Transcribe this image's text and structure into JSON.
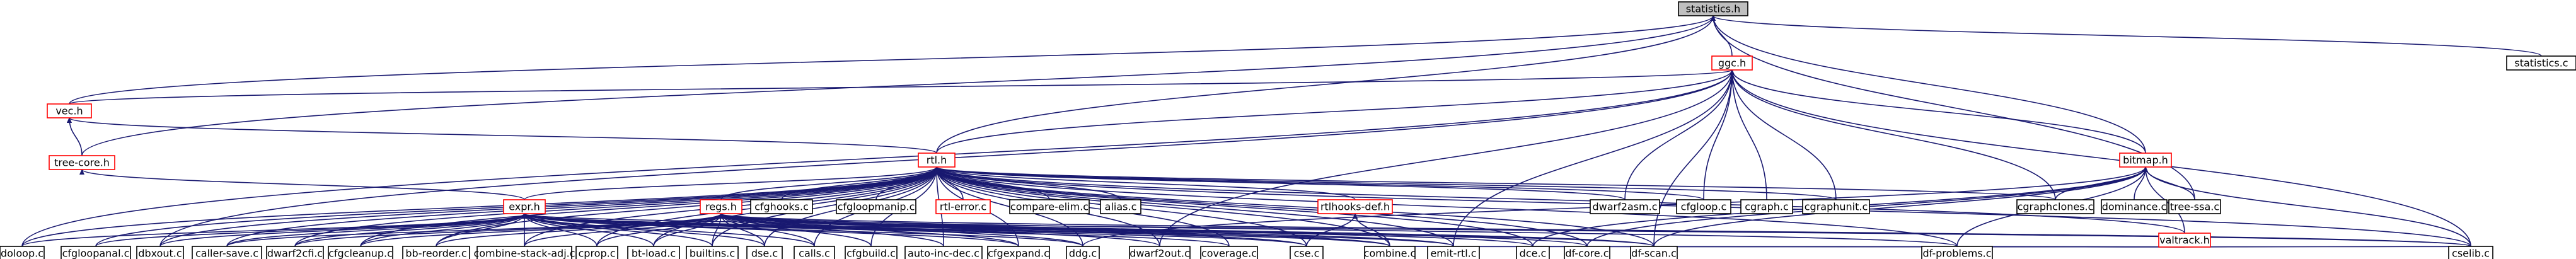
{
  "colors": {
    "edge": "#191970",
    "node_border": "#000000",
    "highlight_border": "#ff0000",
    "focus_fill": "#bfbfbf",
    "node_fill": "#ffffff",
    "text": "#000000"
  },
  "nodes": [
    {
      "id": "statistics_h",
      "label": "statistics.h",
      "focus": true
    },
    {
      "id": "statistics_c",
      "label": "statistics.c"
    },
    {
      "id": "ggc_h",
      "label": "ggc.h",
      "highlight": true
    },
    {
      "id": "vec_h",
      "label": "vec.h",
      "highlight": true
    },
    {
      "id": "tree_core_h",
      "label": "tree-core.h",
      "highlight": true
    },
    {
      "id": "rtl_h",
      "label": "rtl.h",
      "highlight": true
    },
    {
      "id": "bitmap_h",
      "label": "bitmap.h",
      "highlight": true
    },
    {
      "id": "expr_h",
      "label": "expr.h",
      "highlight": true
    },
    {
      "id": "regs_h",
      "label": "regs.h",
      "highlight": true
    },
    {
      "id": "cfghooks_c",
      "label": "cfghooks.c"
    },
    {
      "id": "cfgloopmanip_c",
      "label": "cfgloopmanip.c"
    },
    {
      "id": "rtl_error_c",
      "label": "rtl-error.c",
      "highlight": true
    },
    {
      "id": "compare_elim_c",
      "label": "compare-elim.c"
    },
    {
      "id": "alias_c",
      "label": "alias.c"
    },
    {
      "id": "rtlhooks_def_h",
      "label": "rtlhooks-def.h",
      "highlight": true
    },
    {
      "id": "dwarf2asm_c",
      "label": "dwarf2asm.c"
    },
    {
      "id": "cfgloop_c",
      "label": "cfgloop.c"
    },
    {
      "id": "cgraph_c",
      "label": "cgraph.c"
    },
    {
      "id": "cgraphunit_c",
      "label": "cgraphunit.c"
    },
    {
      "id": "cgraphclones_c",
      "label": "cgraphclones.c"
    },
    {
      "id": "dominance_c",
      "label": "dominance.c"
    },
    {
      "id": "tree_ssa_c",
      "label": "tree-ssa.c"
    },
    {
      "id": "valtrack_h",
      "label": "valtrack.h",
      "highlight": true
    },
    {
      "id": "doloop_c",
      "label": "doloop.c"
    },
    {
      "id": "cfgloopanal_c",
      "label": "cfgloopanal.c"
    },
    {
      "id": "dbxout_c",
      "label": "dbxout.c"
    },
    {
      "id": "caller_save_c",
      "label": "caller-save.c"
    },
    {
      "id": "dwarf2cfi_c",
      "label": "dwarf2cfi.c"
    },
    {
      "id": "cfgcleanup_c",
      "label": "cfgcleanup.c"
    },
    {
      "id": "bb_reorder_c",
      "label": "bb-reorder.c"
    },
    {
      "id": "combine_stack_adj_c",
      "label": "combine-stack-adj.c"
    },
    {
      "id": "cprop_c",
      "label": "cprop.c"
    },
    {
      "id": "bt_load_c",
      "label": "bt-load.c"
    },
    {
      "id": "builtins_c",
      "label": "builtins.c"
    },
    {
      "id": "dse_c",
      "label": "dse.c"
    },
    {
      "id": "calls_c",
      "label": "calls.c"
    },
    {
      "id": "cfgbuild_c",
      "label": "cfgbuild.c"
    },
    {
      "id": "auto_inc_dec_c",
      "label": "auto-inc-dec.c"
    },
    {
      "id": "cfgexpand_c",
      "label": "cfgexpand.c"
    },
    {
      "id": "ddg_c",
      "label": "ddg.c"
    },
    {
      "id": "dwarf2out_c",
      "label": "dwarf2out.c"
    },
    {
      "id": "coverage_c",
      "label": "coverage.c"
    },
    {
      "id": "cse_c",
      "label": "cse.c"
    },
    {
      "id": "combine_c",
      "label": "combine.c"
    },
    {
      "id": "emit_rtl_c",
      "label": "emit-rtl.c"
    },
    {
      "id": "dce_c",
      "label": "dce.c"
    },
    {
      "id": "df_core_c",
      "label": "df-core.c"
    },
    {
      "id": "df_scan_c",
      "label": "df-scan.c"
    },
    {
      "id": "df_problems_c",
      "label": "df-problems.c"
    },
    {
      "id": "cselib_c",
      "label": "cselib.c"
    }
  ],
  "edges": [
    [
      "statistics_c",
      "statistics_h"
    ],
    [
      "ggc_h",
      "statistics_h"
    ],
    [
      "vec_h",
      "statistics_h"
    ],
    [
      "tree_core_h",
      "statistics_h"
    ],
    [
      "rtl_h",
      "statistics_h"
    ],
    [
      "bitmap_h",
      "statistics_h"
    ],
    [
      "tree_ssa_c",
      "statistics_h"
    ],
    [
      "vec_h",
      "ggc_h"
    ],
    [
      "rtl_h",
      "ggc_h"
    ],
    [
      "bitmap_h",
      "ggc_h"
    ],
    [
      "tree_core_h",
      "vec_h"
    ],
    [
      "rtl_h",
      "vec_h"
    ],
    [
      "expr_h",
      "tree_core_h"
    ],
    [
      "doloop_c",
      "ggc_h"
    ],
    [
      "dbxout_c",
      "ggc_h"
    ],
    [
      "dwarf2asm_c",
      "ggc_h"
    ],
    [
      "cfgloop_c",
      "ggc_h"
    ],
    [
      "cgraph_c",
      "ggc_h"
    ],
    [
      "cgraphunit_c",
      "ggc_h"
    ],
    [
      "cgraphclones_c",
      "ggc_h"
    ],
    [
      "emit_rtl_c",
      "ggc_h"
    ],
    [
      "dwarf2out_c",
      "ggc_h"
    ],
    [
      "cselib_c",
      "ggc_h"
    ],
    [
      "df_scan_c",
      "ggc_h"
    ],
    [
      "expr_h",
      "rtl_h"
    ],
    [
      "regs_h",
      "rtl_h"
    ],
    [
      "cfghooks_c",
      "rtl_h"
    ],
    [
      "cfgloopmanip_c",
      "rtl_h"
    ],
    [
      "rtl_error_c",
      "rtl_h"
    ],
    [
      "compare_elim_c",
      "rtl_h"
    ],
    [
      "alias_c",
      "rtl_h"
    ],
    [
      "rtlhooks_def_h",
      "rtl_h"
    ],
    [
      "dwarf2asm_c",
      "rtl_h"
    ],
    [
      "cfgloop_c",
      "rtl_h"
    ],
    [
      "cgraphunit_c",
      "rtl_h"
    ],
    [
      "cgraphclones_c",
      "rtl_h"
    ],
    [
      "valtrack_h",
      "rtl_h"
    ],
    [
      "doloop_c",
      "rtl_h"
    ],
    [
      "cfgloopanal_c",
      "rtl_h"
    ],
    [
      "dbxout_c",
      "rtl_h"
    ],
    [
      "caller_save_c",
      "rtl_h"
    ],
    [
      "dwarf2cfi_c",
      "rtl_h"
    ],
    [
      "cfgcleanup_c",
      "rtl_h"
    ],
    [
      "bb_reorder_c",
      "rtl_h"
    ],
    [
      "combine_stack_adj_c",
      "rtl_h"
    ],
    [
      "cprop_c",
      "rtl_h"
    ],
    [
      "bt_load_c",
      "rtl_h"
    ],
    [
      "builtins_c",
      "rtl_h"
    ],
    [
      "dse_c",
      "rtl_h"
    ],
    [
      "calls_c",
      "rtl_h"
    ],
    [
      "cfgbuild_c",
      "rtl_h"
    ],
    [
      "auto_inc_dec_c",
      "rtl_h"
    ],
    [
      "cfgexpand_c",
      "rtl_h"
    ],
    [
      "ddg_c",
      "rtl_h"
    ],
    [
      "dwarf2out_c",
      "rtl_h"
    ],
    [
      "coverage_c",
      "rtl_h"
    ],
    [
      "cse_c",
      "rtl_h"
    ],
    [
      "combine_c",
      "rtl_h"
    ],
    [
      "emit_rtl_c",
      "rtl_h"
    ],
    [
      "dce_c",
      "rtl_h"
    ],
    [
      "df_core_c",
      "rtl_h"
    ],
    [
      "df_scan_c",
      "rtl_h"
    ],
    [
      "df_problems_c",
      "rtl_h"
    ],
    [
      "cselib_c",
      "rtl_h"
    ],
    [
      "cgraphclones_c",
      "bitmap_h"
    ],
    [
      "dominance_c",
      "bitmap_h"
    ],
    [
      "tree_ssa_c",
      "bitmap_h"
    ],
    [
      "valtrack_h",
      "bitmap_h"
    ],
    [
      "ddg_c",
      "bitmap_h"
    ],
    [
      "dce_c",
      "bitmap_h"
    ],
    [
      "df_core_c",
      "bitmap_h"
    ],
    [
      "df_scan_c",
      "bitmap_h"
    ],
    [
      "df_problems_c",
      "bitmap_h"
    ],
    [
      "cselib_c",
      "bitmap_h"
    ],
    [
      "cse_c",
      "rtlhooks_def_h"
    ],
    [
      "combine_c",
      "rtlhooks_def_h"
    ],
    [
      "dce_c",
      "valtrack_h"
    ],
    [
      "df_problems_c",
      "valtrack_h"
    ],
    [
      "cselib_c",
      "valtrack_h"
    ],
    [
      "combine_c",
      "valtrack_h"
    ],
    [
      "doloop_c",
      "expr_h"
    ],
    [
      "cfgloopanal_c",
      "expr_h"
    ],
    [
      "dbxout_c",
      "expr_h"
    ],
    [
      "caller_save_c",
      "expr_h"
    ],
    [
      "dwarf2cfi_c",
      "expr_h"
    ],
    [
      "cfgcleanup_c",
      "expr_h"
    ],
    [
      "bb_reorder_c",
      "expr_h"
    ],
    [
      "combine_stack_adj_c",
      "expr_h"
    ],
    [
      "cprop_c",
      "expr_h"
    ],
    [
      "bt_load_c",
      "expr_h"
    ],
    [
      "builtins_c",
      "expr_h"
    ],
    [
      "dse_c",
      "expr_h"
    ],
    [
      "calls_c",
      "expr_h"
    ],
    [
      "cfgexpand_c",
      "expr_h"
    ],
    [
      "ddg_c",
      "expr_h"
    ],
    [
      "coverage_c",
      "expr_h"
    ],
    [
      "cse_c",
      "expr_h"
    ],
    [
      "combine_c",
      "expr_h"
    ],
    [
      "emit_rtl_c",
      "expr_h"
    ],
    [
      "df_scan_c",
      "expr_h"
    ],
    [
      "cselib_c",
      "expr_h"
    ],
    [
      "caller_save_c",
      "regs_h"
    ],
    [
      "dwarf2cfi_c",
      "regs_h"
    ],
    [
      "cfgcleanup_c",
      "regs_h"
    ],
    [
      "bb_reorder_c",
      "regs_h"
    ],
    [
      "combine_stack_adj_c",
      "regs_h"
    ],
    [
      "cprop_c",
      "regs_h"
    ],
    [
      "bt_load_c",
      "regs_h"
    ],
    [
      "builtins_c",
      "regs_h"
    ],
    [
      "dse_c",
      "regs_h"
    ],
    [
      "calls_c",
      "regs_h"
    ],
    [
      "cfgbuild_c",
      "regs_h"
    ],
    [
      "auto_inc_dec_c",
      "regs_h"
    ],
    [
      "cfgexpand_c",
      "regs_h"
    ],
    [
      "ddg_c",
      "regs_h"
    ],
    [
      "dwarf2out_c",
      "regs_h"
    ],
    [
      "cse_c",
      "regs_h"
    ],
    [
      "combine_c",
      "regs_h"
    ],
    [
      "emit_rtl_c",
      "regs_h"
    ],
    [
      "dce_c",
      "regs_h"
    ],
    [
      "df_core_c",
      "regs_h"
    ],
    [
      "df_scan_c",
      "regs_h"
    ],
    [
      "df_problems_c",
      "regs_h"
    ],
    [
      "cselib_c",
      "regs_h"
    ]
  ]
}
